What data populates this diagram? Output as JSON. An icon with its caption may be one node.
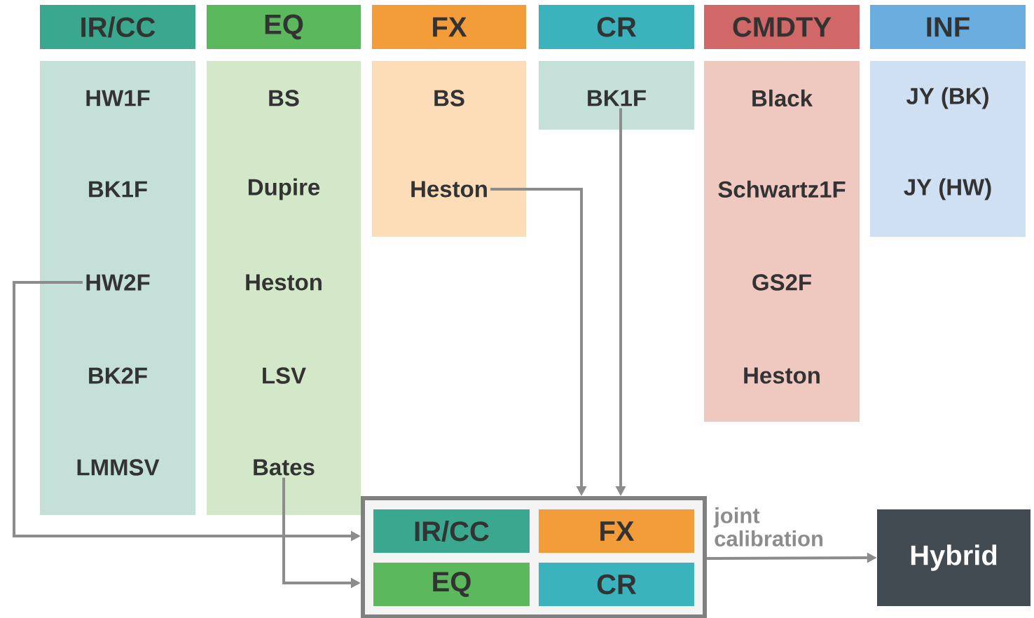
{
  "diagram": {
    "nodes": [
      {
        "text": [
          "IR/CC"
        ]
      },
      {
        "text": [
          "EQ"
        ]
      },
      {
        "text": [
          "FX"
        ]
      },
      {
        "text": [
          "CR"
        ]
      },
      {
        "text": [
          "CMDTY"
        ]
      },
      {
        "text": [
          "INF"
        ]
      },
      {
        "text": [],
        "shape": "box"
      },
      {
        "text": [
          "HW1F"
        ],
        "in": 6
      },
      {
        "text": [
          "BK1F"
        ],
        "in": 6
      },
      {
        "text": [
          "HW2F"
        ],
        "in": 6
      },
      {
        "text": [
          "BK2F"
        ],
        "in": 6
      },
      {
        "text": [
          "LMMSV"
        ],
        "in": 6
      },
      {
        "text": [],
        "shape": "box"
      },
      {
        "text": [
          "BS"
        ],
        "in": 12
      },
      {
        "text": [
          "Dupire"
        ],
        "in": 12
      },
      {
        "text": [
          "Heston"
        ],
        "in": 12
      },
      {
        "text": [
          "LSV"
        ],
        "in": 12
      },
      {
        "text": [
          "Bates"
        ],
        "in": 12
      },
      {
        "text": [],
        "shape": "box"
      },
      {
        "text": [
          "BS"
        ],
        "in": 18
      },
      {
        "text": [
          "Heston"
        ],
        "in": 18
      },
      {
        "text": [],
        "shape": "box"
      },
      {
        "text": [
          "BK1F"
        ],
        "in": 21
      },
      {
        "text": [],
        "shape": "box"
      },
      {
        "text": [
          "Black"
        ],
        "in": 23
      },
      {
        "text": [
          "Schwartz1F"
        ],
        "in": 23
      },
      {
        "text": [
          "GS2F"
        ],
        "in": 23
      },
      {
        "text": [
          "Heston"
        ],
        "in": 23
      },
      {
        "text": [],
        "shape": "box"
      },
      {
        "text": [
          "JY (BK)"
        ],
        "in": 28
      },
      {
        "text": [
          "JY (HW)"
        ],
        "in": 28
      },
      {
        "text": [],
        "shape": "box"
      },
      {
        "text": [
          "IR/CC"
        ],
        "in": 31
      },
      {
        "text": [
          "FX"
        ],
        "in": 31
      },
      {
        "text": [
          "EQ"
        ],
        "in": 31
      },
      {
        "text": [
          "CR"
        ],
        "in": 31
      },
      {
        "text": [
          "Hybrid"
        ]
      }
    ],
    "edges": [
      {
        "from": 9,
        "to": 31,
        "arrow": "to"
      },
      {
        "from": 17,
        "to": 31,
        "arrow": "to"
      },
      {
        "from": 20,
        "to": 31,
        "arrow": "to"
      },
      {
        "from": 22,
        "to": 31,
        "arrow": "to"
      },
      {
        "from": 31,
        "to": 36,
        "arrow": "to",
        "label": "joint calibration"
      }
    ]
  }
}
